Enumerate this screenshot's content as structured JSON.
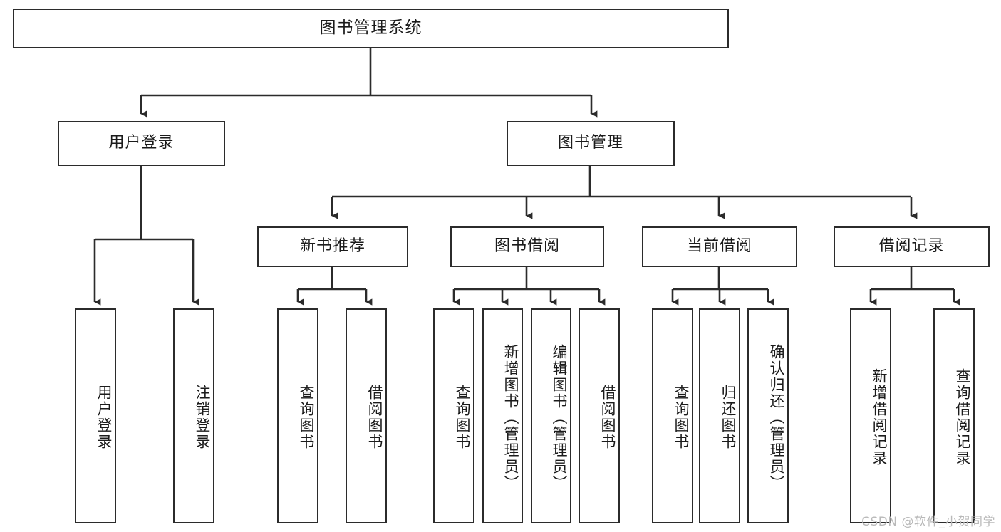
{
  "diagram": {
    "title": "图书管理系统",
    "type": "tree-hierarchy",
    "root": {
      "label": "图书管理系统"
    },
    "level2": [
      {
        "label": "用户登录"
      },
      {
        "label": "图书管理"
      }
    ],
    "level3": [
      {
        "label": "新书推荐"
      },
      {
        "label": "图书借阅"
      },
      {
        "label": "当前借阅"
      },
      {
        "label": "借阅记录"
      }
    ],
    "leaves": {
      "user_login": [
        {
          "label": "用户登录"
        },
        {
          "label": "注销登录"
        }
      ],
      "new_book_recommend": [
        {
          "label": "查询图书"
        },
        {
          "label": "借阅图书"
        }
      ],
      "book_borrow": [
        {
          "label": "查询图书"
        },
        {
          "label": "新增图书（管理员）"
        },
        {
          "label": "编辑图书（管理员）"
        },
        {
          "label": "借阅图书"
        }
      ],
      "current_borrow": [
        {
          "label": "查询图书"
        },
        {
          "label": "归还图书"
        },
        {
          "label": "确认归还（管理员）"
        }
      ],
      "borrow_record": [
        {
          "label": "新增借阅记录"
        },
        {
          "label": "查询借阅记录"
        }
      ]
    }
  },
  "watermark": {
    "text": "CSDN @软件_小贺同学"
  },
  "colors": {
    "stroke": "#2b2b2b",
    "fill": "#ffffff",
    "text": "#1b1b1b",
    "watermark": "#b9b9b9"
  }
}
